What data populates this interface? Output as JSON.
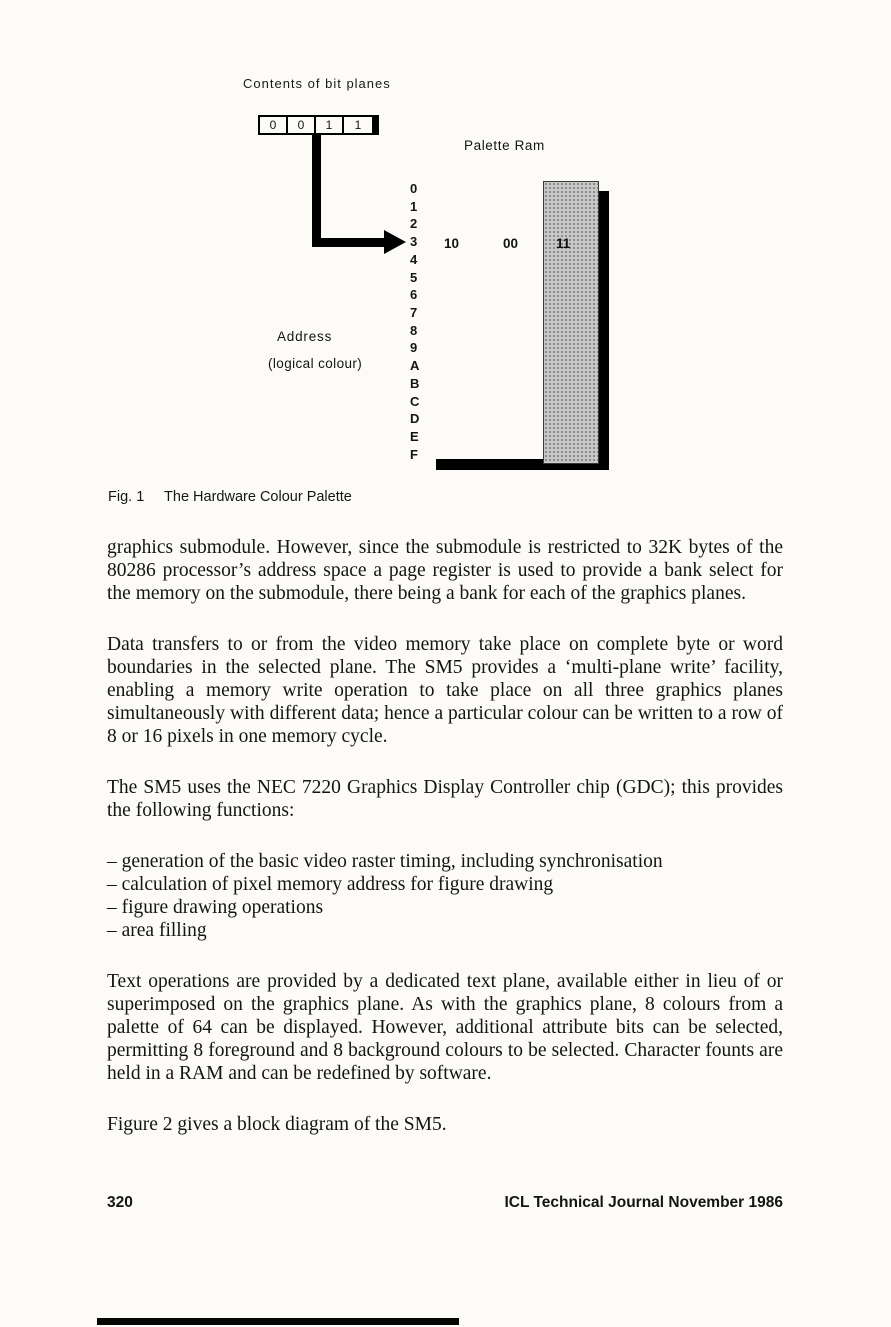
{
  "figure": {
    "bit_planes_label": "Contents of bit planes",
    "register_cells": [
      "0",
      "0",
      "1",
      "1"
    ],
    "palette_ram_label": "Palette Ram",
    "row_labels": [
      "0",
      "1",
      "2",
      "3",
      "4",
      "5",
      "6",
      "7",
      "8",
      "9",
      "A",
      "B",
      "C",
      "D",
      "E",
      "F"
    ],
    "row3_red": "10",
    "row3_green": "00",
    "row3_blue": "11",
    "address_label": "Address",
    "address_sublabel": "(logical colour)",
    "caption_fig": "Fig. 1",
    "caption_title": "The Hardware Colour Palette"
  },
  "body": {
    "para1": "graphics submodule. However, since the submodule is restricted to 32K bytes of the 80286 processor’s address space a page register is used to provide a bank select for the memory on the submodule, there being a bank for each of the graphics planes.",
    "para2": "Data transfers to or from the video memory take place on complete byte or word boundaries in the selected plane. The SM5 provides a ‘multi-plane write’ facility, enabling a memory write operation to take place on all three graphics planes simultaneously with different data; hence a particular colour can be written to a row of 8 or 16 pixels in one memory cycle.",
    "para3": "The SM5 uses the NEC 7220 Graphics Display Controller chip (GDC); this provides the following functions:",
    "bullets": [
      "–  generation of the basic video raster timing, including synchronisation",
      "–  calculation of pixel memory address for figure drawing",
      "–  figure drawing operations",
      "–  area filling"
    ],
    "para4": "Text operations are provided by a dedicated text plane, available either in lieu of or superimposed on the graphics plane. As with the graphics plane, 8 colours from a palette of 64 can be displayed. However, additional attribute bits can be selected, permitting 8 foreground and 8 background colours to be selected. Character founts are held in a RAM and can be redefined by software.",
    "para5": "Figure 2 gives a block diagram of the SM5."
  },
  "footer": {
    "page_number": "320",
    "journal_title": "ICL Technical Journal November 1986"
  }
}
